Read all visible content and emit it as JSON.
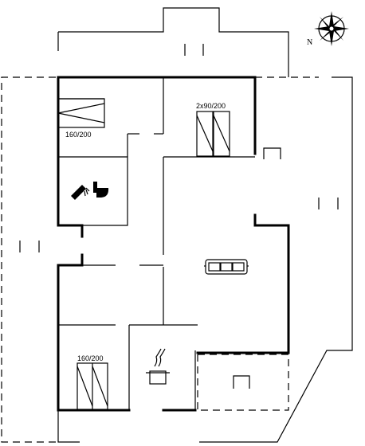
{
  "labels": {
    "bed_master": "160/200",
    "bed_twin": "2x90/200",
    "bed_lower": "160/200"
  },
  "compass": {
    "north_letter": "N"
  },
  "icons": {
    "shower": "shower-icon",
    "toilet": "toilet-icon",
    "sofa": "sofa-icon",
    "stove": "cooking-pot-icon"
  }
}
